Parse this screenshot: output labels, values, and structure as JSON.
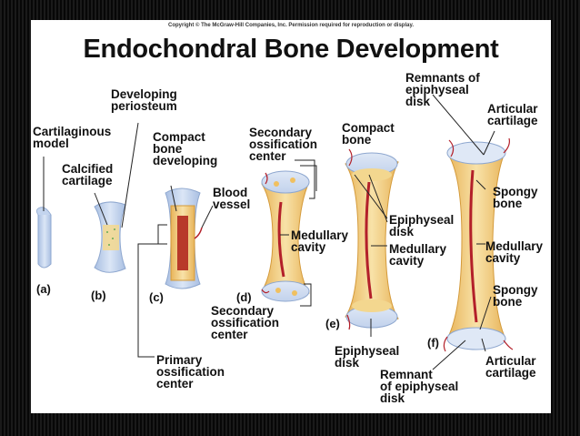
{
  "copyright": "Copyright © The McGraw-Hill Companies, Inc. Permission required for reproduction or display.",
  "title": "Endochondral Bone Development",
  "panels": [
    "(a)",
    "(b)",
    "(c)",
    "(d)",
    "(e)",
    "(f)"
  ],
  "labels": {
    "cartilaginous_model": [
      "Cartilaginous",
      "model"
    ],
    "developing_periosteum": [
      "Developing",
      "periosteum"
    ],
    "calcified_cartilage": [
      "Calcified",
      "cartilage"
    ],
    "compact_bone_developing": [
      "Compact",
      "bone",
      "developing"
    ],
    "blood_vessel": [
      "Blood",
      "vessel"
    ],
    "primary_ossification_center": [
      "Primary",
      "ossification",
      "center"
    ],
    "secondary_ossification_center_top": [
      "Secondary",
      "ossification",
      "center"
    ],
    "medullary_cavity_d": [
      "Medullary",
      "cavity"
    ],
    "secondary_ossification_center_bottom": [
      "Secondary",
      "ossification",
      "center"
    ],
    "compact_bone": [
      "Compact",
      "bone"
    ],
    "epiphyseal_disk_e": [
      "Epiphyseal",
      "disk"
    ],
    "medullary_cavity_e": [
      "Medullary",
      "cavity"
    ],
    "epiphyseal_disk_bottom": [
      "Epiphyseal",
      "disk"
    ],
    "remnants_of_epiphyseal_disk": [
      "Remnants of",
      "epiphyseal",
      "disk"
    ],
    "articular_cartilage_top": [
      "Articular",
      "cartilage"
    ],
    "spongy_bone_top": [
      "Spongy",
      "bone"
    ],
    "medullary_cavity_f": [
      "Medullary",
      "cavity"
    ],
    "spongy_bone_bottom": [
      "Spongy",
      "bone"
    ],
    "articular_cartilage_bottom": [
      "Articular",
      "cartilage"
    ],
    "remnant_of_epiphyseal_disk": [
      "Remnant",
      "of epiphyseal",
      "disk"
    ]
  },
  "colors": {
    "cartilage": "#c9d8ee",
    "bone": "#f1cf84",
    "bone_edge": "#e0a040",
    "marrow": "#c0392b",
    "vessel": "#b3202a"
  }
}
